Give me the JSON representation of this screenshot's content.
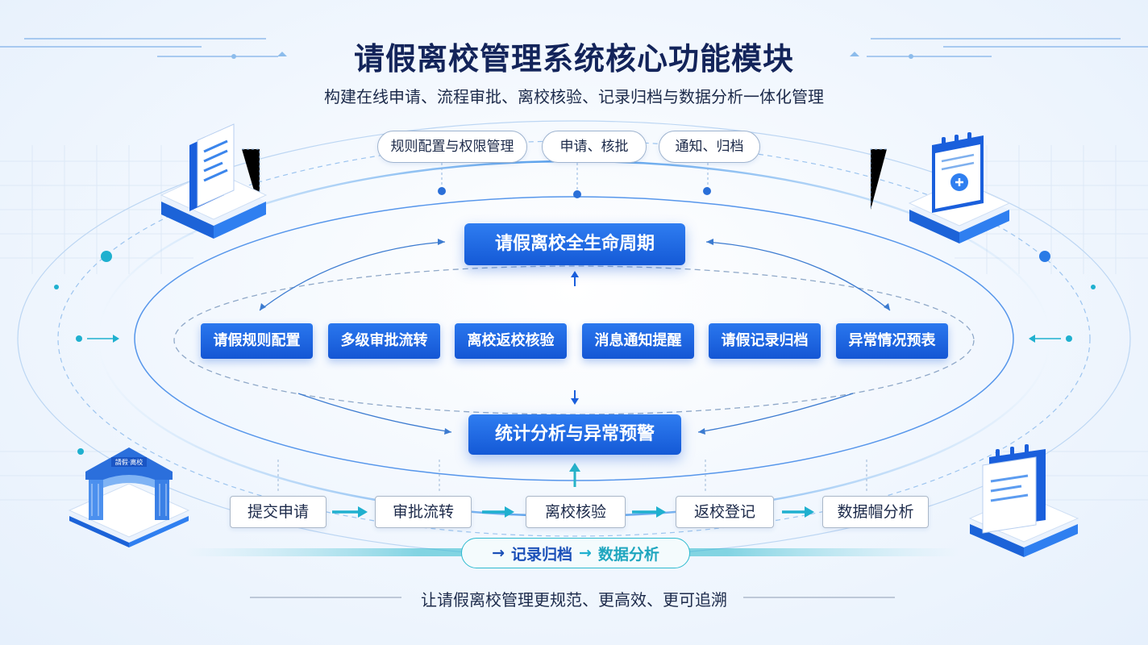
{
  "header": {
    "title": "请假离校管理系统核心功能模块",
    "subtitle": "构建在线申请、流程审批、离校核验、记录归档与数据分析一体化管理"
  },
  "top_tags": [
    "规则配置与权限管理",
    "申请、核批",
    "通知、归档"
  ],
  "center": {
    "lifecycle": "请假离校全生命周期",
    "analysis": "统计分析与异常预警"
  },
  "modules": [
    "请假规则配置",
    "多级审批流转",
    "离校返校核验",
    "消息通知提醒",
    "请假记录归档",
    "异常情况预表"
  ],
  "flow_steps": [
    "提交申请",
    "审批流转",
    "离校核验",
    "返校登记",
    "数据帽分析"
  ],
  "bottom_bar": {
    "item1": "记录归档",
    "item2": "数据分析"
  },
  "arrow_glyph": "→",
  "gate_sign": "請假·离校",
  "footer": "让请假离校管理更规范、更高效、更可追溯",
  "icons": [
    "document-icon",
    "calendar-icon",
    "campus-gate-icon",
    "calendar-list-icon"
  ],
  "colors": {
    "primary": "#1a5fdc",
    "teal": "#21b3c9",
    "text": "#13245a",
    "bg": "#eef5fd"
  }
}
